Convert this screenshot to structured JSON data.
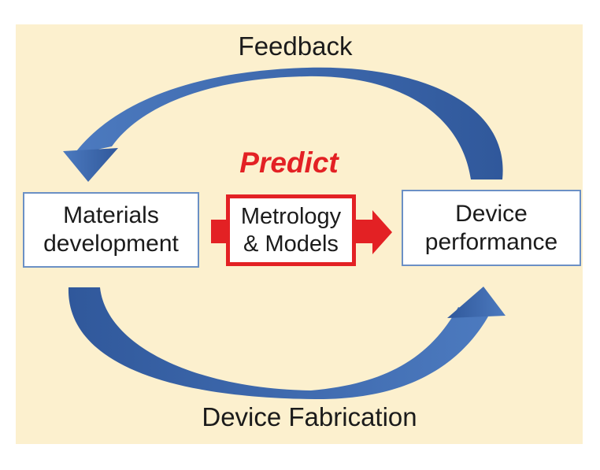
{
  "canvas": {
    "page_bg": "#FFFFFF",
    "panel_bg": "#FCF0CE"
  },
  "labels": {
    "feedback": "Feedback",
    "predict": "Predict",
    "device_fabrication": "Device Fabrication"
  },
  "boxes": {
    "materials": {
      "line1": "Materials",
      "line2": "development"
    },
    "metrology": {
      "line1": "Metrology",
      "line2": "& Models"
    },
    "device": {
      "line1": "Device",
      "line2": "performance"
    }
  },
  "colors": {
    "arrow_blue_light": "#4C7ABF",
    "arrow_blue_dark": "#30589B",
    "red": "#E32124",
    "box_border_blue": "#6B90C5",
    "text": "#1B1B1B"
  }
}
